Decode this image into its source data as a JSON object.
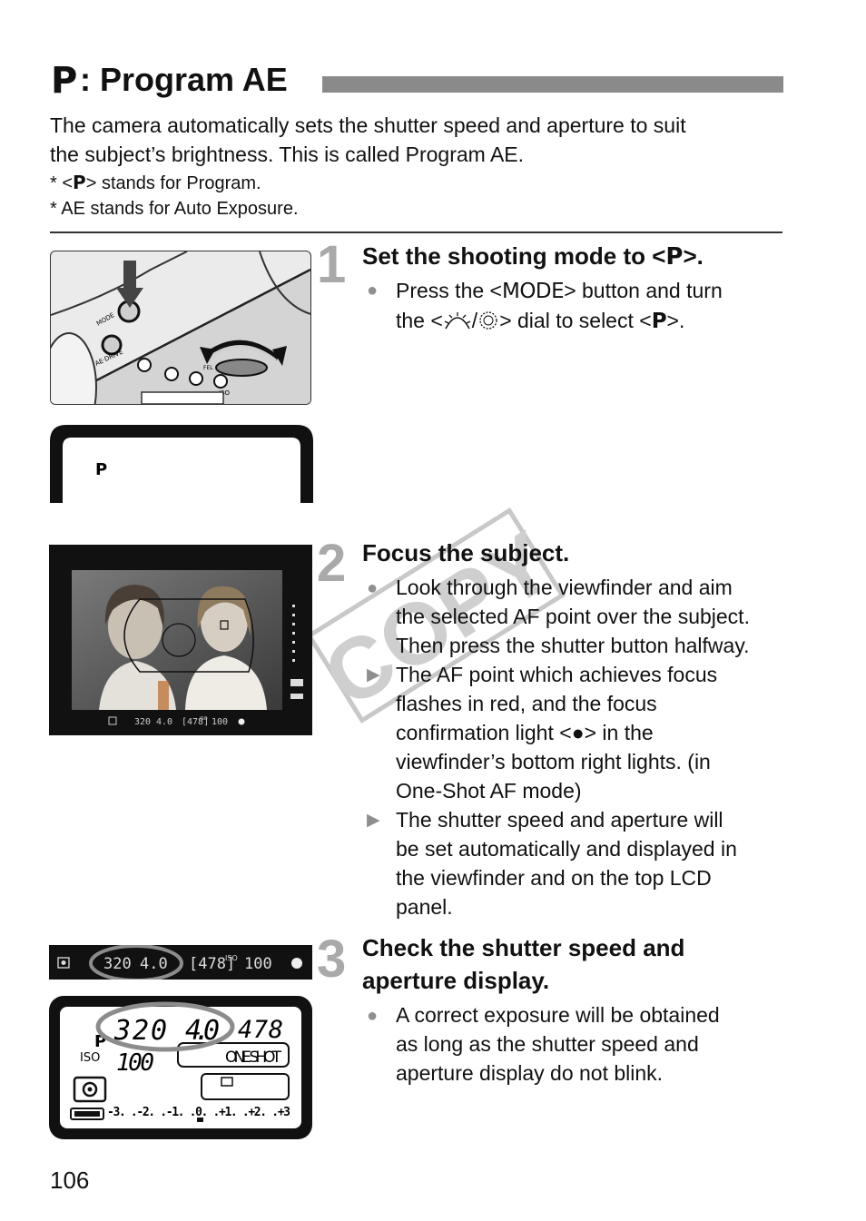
{
  "title": {
    "mode_letter": "P",
    "text": ": Program AE"
  },
  "intro": {
    "line1": "The camera automatically sets the shutter speed and aperture to suit",
    "line2": "the subject’s brightness. This is called Program AE.",
    "note1_prefix": "* <",
    "note1_glyph": "P",
    "note1_suffix": "> stands for Program.",
    "note2": "* AE stands for Auto Exposure."
  },
  "steps": [
    {
      "number": "1",
      "heading_prefix": "Set the shooting mode to <",
      "heading_glyph": "P",
      "heading_suffix": ">.",
      "bullets": [
        {
          "marker": "●",
          "line1_prefix": "Press the <",
          "line1_glyph": "MODE",
          "line1_suffix": "> button and turn",
          "line2_prefix": "the <",
          "line2_mid": "/",
          "line2_suffix": "> dial to select <",
          "line2_glyph": "P",
          "line2_end": ">."
        }
      ]
    },
    {
      "number": "2",
      "heading": "Focus the subject.",
      "bullets": [
        {
          "marker": "●",
          "lines": [
            "Look through the viewfinder and aim",
            "the selected AF point over the subject.",
            "Then press the shutter button halfway."
          ]
        },
        {
          "marker": "▶",
          "lines": [
            "The AF point which achieves focus",
            "flashes in red, and the focus",
            "confirmation light <",
            "viewfinder’s bottom right lights. (in",
            "One-Shot AF mode)"
          ],
          "inline_glyph": "●",
          "line3_suffix": "> in the"
        },
        {
          "marker": "▶",
          "lines": [
            "The shutter speed and aperture will",
            "be set automatically and displayed in",
            "the viewfinder and on the top LCD",
            "panel."
          ]
        }
      ]
    },
    {
      "number": "3",
      "heading_line1": "Check the shutter speed and",
      "heading_line2": "aperture display.",
      "bullets": [
        {
          "marker": "●",
          "lines": [
            "A correct exposure will be obtained",
            "as long as the shutter speed and",
            "aperture display do not blink."
          ]
        }
      ]
    }
  ],
  "figures": {
    "body_labels": {
      "mode": "MODE",
      "ae_drive": "AE·DRIVE",
      "fel": "FEL",
      "iso": "ISO"
    },
    "lcd_small": {
      "mode": "P"
    },
    "viewfinder": {
      "shutter": "320",
      "aperture": "4.0",
      "shots": "[478]",
      "iso_label": "ISO",
      "iso": "100"
    },
    "top_lcd": {
      "shutter": "320",
      "aperture": "4.0",
      "shots": "478",
      "mode": "P",
      "iso_label": "ISO",
      "iso": "100",
      "af_mode": "ONE SHOT",
      "scale": "-3. .-2. .-1. .0. .+1. .+2. .+3"
    }
  },
  "watermark": "COPY",
  "page_number": "106",
  "colors": {
    "title_bar": "#8a8a8a",
    "step_number": "#a9a9a9",
    "bullet": "#8f8f8f"
  }
}
